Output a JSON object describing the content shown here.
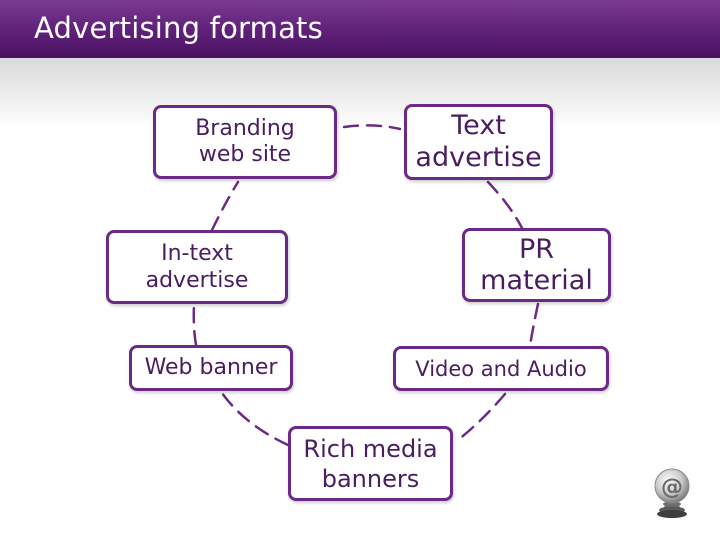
{
  "header": {
    "title": "Advertising formats"
  },
  "colors": {
    "header": "#5e1f78",
    "box_border": "#6b2a85",
    "box_text": "#4a1c60",
    "connector": "#6b2a85"
  },
  "nodes": [
    {
      "id": "branding-web-site",
      "label": "Branding\nweb site"
    },
    {
      "id": "text-advertise",
      "label": "Text\nadvertise"
    },
    {
      "id": "in-text-advertise",
      "label": "In-text\nadvertise"
    },
    {
      "id": "pr-material",
      "label": "PR\nmaterial"
    },
    {
      "id": "web-banner",
      "label": "Web banner"
    },
    {
      "id": "video-and-audio",
      "label": "Video and Audio"
    },
    {
      "id": "rich-media-banners",
      "label": "Rich media\nbanners"
    }
  ],
  "icon": {
    "name": "at-sign-icon"
  }
}
